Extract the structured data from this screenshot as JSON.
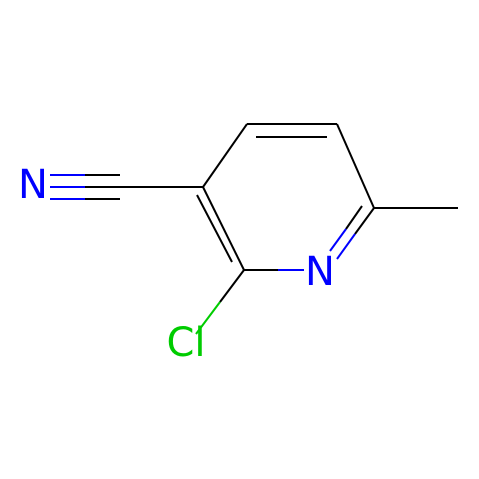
{
  "molecule": {
    "atoms": [
      {
        "element": "N",
        "label": "N",
        "color": "#0000ff"
      },
      {
        "element": "N",
        "label": "N",
        "color": "#0000ff"
      },
      {
        "element": "Cl",
        "label": "Cl",
        "color": "#00cc00"
      }
    ],
    "bond_color": "#000000"
  }
}
